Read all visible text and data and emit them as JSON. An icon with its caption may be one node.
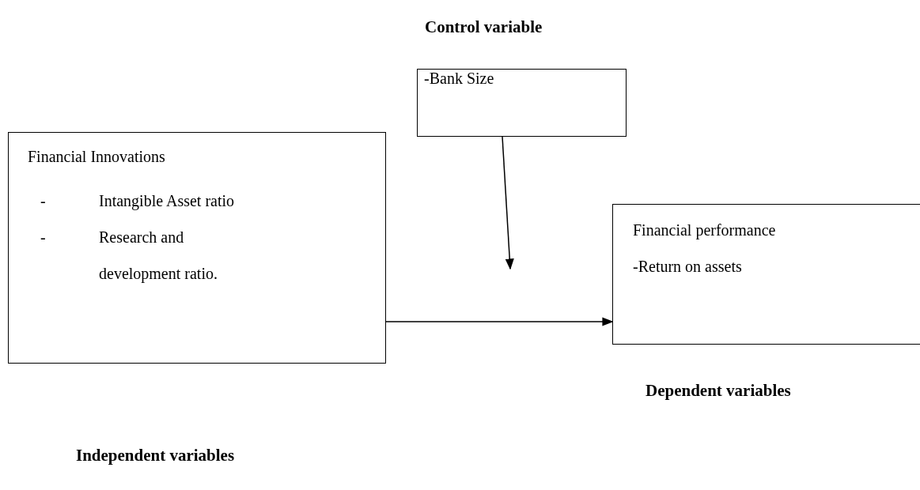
{
  "diagram": {
    "nodes": [
      {
        "text": [
          "-Bank Size"
        ]
      },
      {
        "text": [
          "Financial Innovations",
          "-",
          "Intangible Asset ratio",
          "-",
          "Research and development ratio."
        ]
      },
      {
        "text": [
          "Financial performance",
          "-Return on assets"
        ]
      }
    ],
    "edges": [
      {
        "from": 0,
        "to": null,
        "arrow": "to"
      },
      {
        "from": 1,
        "to": 2,
        "arrow": "to"
      }
    ],
    "labels": [
      "Control variable",
      "Dependent variables",
      "Independent variables"
    ]
  }
}
